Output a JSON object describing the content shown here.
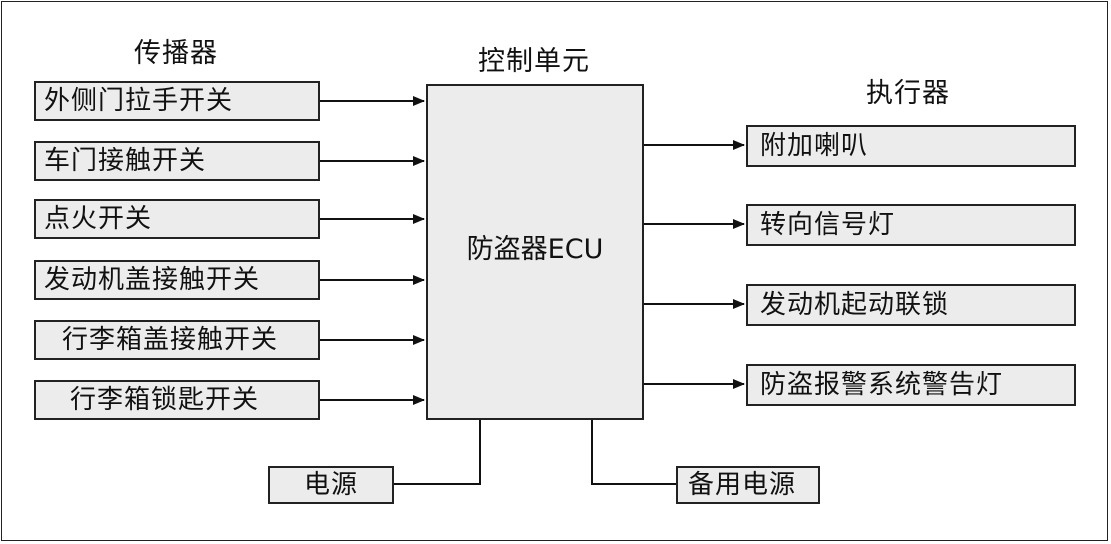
{
  "headings": {
    "sensors": "传播器",
    "control": "控制单元",
    "actuators": "执行器"
  },
  "ecu_label": "防盗器ECU",
  "sensors": [
    "外侧门拉手开关",
    "车门接触开关",
    "点火开关",
    "发动机盖接触开关",
    "行李箱盖接触开关",
    "行李箱锁匙开关"
  ],
  "actuators": [
    "附加喇叭",
    "转向信号灯",
    "发动机起动联锁",
    "防盗报警系统警告灯"
  ],
  "power": {
    "main": "电源",
    "backup": "备用电源"
  }
}
